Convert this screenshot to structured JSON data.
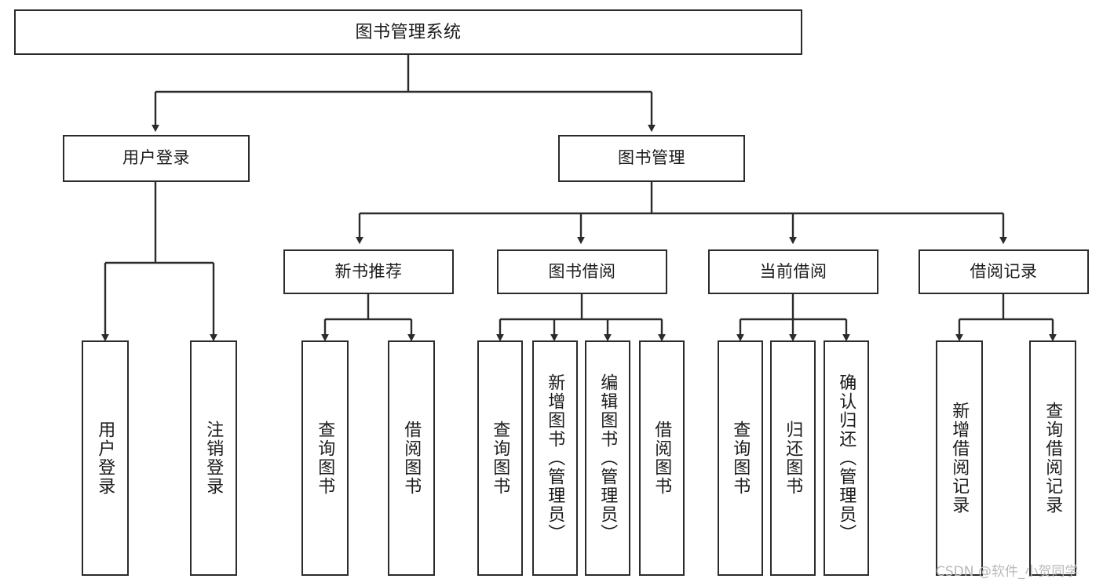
{
  "diagram": {
    "title": "图书管理系统",
    "type": "hierarchy-tree",
    "watermark": "CSDN @软件_小贺同学",
    "colors": {
      "background": "#ffffff",
      "box_border": "#2b2b2b",
      "box_fill": "#ffffff",
      "text": "#1b1b1b",
      "connector": "#2b2b2b",
      "watermark": "#b9b9b9"
    },
    "levels": {
      "root": {
        "label": "图书管理系统"
      },
      "level2": [
        {
          "label": "用户登录"
        },
        {
          "label": "图书管理"
        }
      ],
      "level3": [
        {
          "label": "新书推荐"
        },
        {
          "label": "图书借阅"
        },
        {
          "label": "当前借阅"
        },
        {
          "label": "借阅记录"
        }
      ],
      "leaves_user_login": [
        {
          "label": "用户登录"
        },
        {
          "label": "注销登录"
        }
      ],
      "leaves_new_books": [
        {
          "label": "查询图书"
        },
        {
          "label": "借阅图书"
        }
      ],
      "leaves_borrow": [
        {
          "label": "查询图书"
        },
        {
          "label": "新增图书（管理员）"
        },
        {
          "label": "编辑图书（管理员）"
        },
        {
          "label": "借阅图书"
        }
      ],
      "leaves_current": [
        {
          "label": "查询图书"
        },
        {
          "label": "归还图书"
        },
        {
          "label": "确认归还（管理员）"
        }
      ],
      "leaves_records": [
        {
          "label": "新增借阅记录"
        },
        {
          "label": "查询借阅记录"
        }
      ]
    }
  }
}
